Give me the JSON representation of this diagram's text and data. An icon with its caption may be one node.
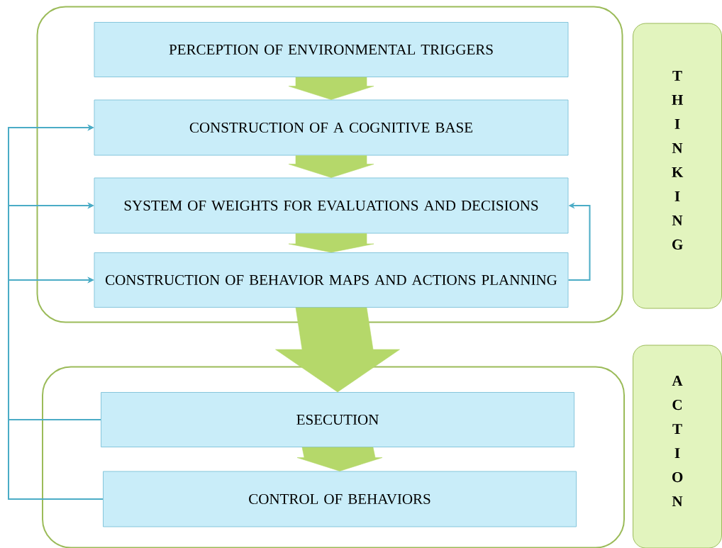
{
  "diagram": {
    "nodes": [
      {
        "text": [],
        "shape": "box"
      },
      {
        "text": [
          "PERCEPTION OF ENVIRONMENTAL TRIGGERS"
        ],
        "in": 0
      },
      {
        "text": [
          "CONSTRUCTION OF A COGNITIVE BASE"
        ],
        "in": 0
      },
      {
        "text": [
          "SYSTEM OF WEIGHTS FOR EVALUATIONS AND DECISIONS"
        ],
        "in": 0
      },
      {
        "text": [
          "CONSTRUCTION OF BEHAVIOR MAPS AND ACTIONS PLANNING"
        ],
        "in": 0
      },
      {
        "text": [],
        "shape": "box"
      },
      {
        "text": [
          "ESECUTION"
        ],
        "in": 5
      },
      {
        "text": [
          "CONTROL OF BEHAVIORS"
        ],
        "in": 5
      },
      {
        "text": [
          "T H I N K I N G"
        ]
      },
      {
        "text": [
          "A C T I O N"
        ]
      }
    ],
    "edges": [
      {
        "from": 1,
        "to": 2,
        "arrow": "to",
        "style": "thick",
        "color": "#b5d86a"
      },
      {
        "from": 2,
        "to": 3,
        "arrow": "to",
        "style": "thick",
        "color": "#b5d86a"
      },
      {
        "from": 3,
        "to": 4,
        "arrow": "to",
        "style": "thick",
        "color": "#b5d86a"
      },
      {
        "from": 4,
        "to": 6,
        "arrow": "to",
        "style": "thick",
        "color": "#b5d86a"
      },
      {
        "from": 6,
        "to": 7,
        "arrow": "to",
        "style": "thick",
        "color": "#b5d86a"
      },
      {
        "from": 4,
        "to": 3,
        "arrow": "to"
      },
      {
        "from": 6,
        "to": 2,
        "arrow": "to"
      },
      {
        "from": 6,
        "to": 3,
        "arrow": "to"
      },
      {
        "from": 6,
        "to": 4,
        "arrow": "to"
      },
      {
        "from": 7,
        "to": 2,
        "arrow": "to"
      },
      {
        "from": 7,
        "to": 3,
        "arrow": "to"
      },
      {
        "from": 7,
        "to": 4,
        "arrow": "to"
      }
    ]
  }
}
